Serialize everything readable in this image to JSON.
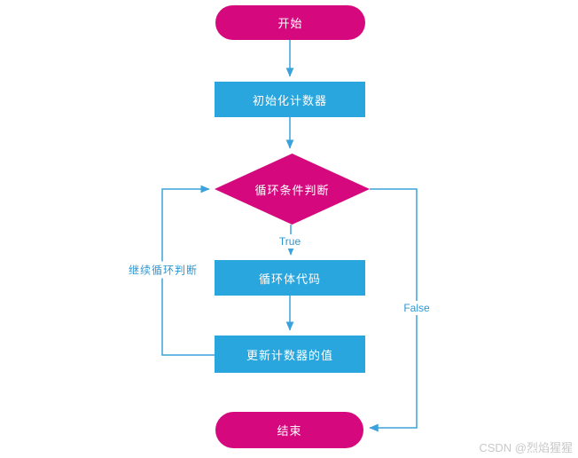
{
  "colors": {
    "node-magenta": "#D5087D",
    "node-blue": "#29A6DE",
    "connector": "#3BA2DB",
    "edge-label": "#2A97D4",
    "watermark": "#C9C9C9"
  },
  "flowchart": {
    "nodes": {
      "start": {
        "type": "terminator",
        "label": "开始"
      },
      "init": {
        "type": "process",
        "label": "初始化计数器"
      },
      "condition": {
        "type": "decision",
        "label": "循环条件判断"
      },
      "body": {
        "type": "process",
        "label": "循环体代码"
      },
      "update": {
        "type": "process",
        "label": "更新计数器的值"
      },
      "end": {
        "type": "terminator",
        "label": "结束"
      }
    },
    "edge_labels": {
      "true_branch": "True",
      "false_branch": "False",
      "loop_back": "继续循环判断"
    },
    "edges": [
      "start -> init",
      "init -> condition",
      "condition -> body (True)",
      "body -> update",
      "update -> condition (继续循环判断 loop back)",
      "condition -> end (False)"
    ]
  },
  "watermark": {
    "text": "CSDN @烈焰猩猩"
  }
}
